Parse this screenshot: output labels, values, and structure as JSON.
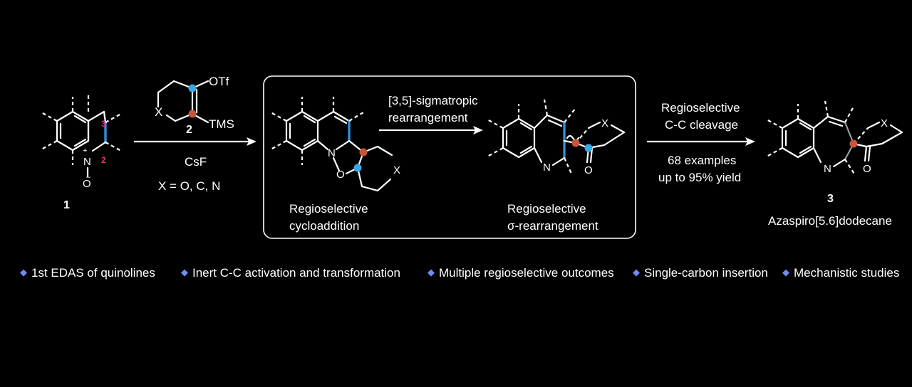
{
  "compound1": {
    "label": "1",
    "atom_n": "N",
    "charge": "+",
    "atom_o": "O",
    "charge_o": "–",
    "pos3": "3",
    "pos2": "2"
  },
  "reagent": {
    "top_group": "OTf",
    "bottom_group": "TMS",
    "ring_atom": "X",
    "label": "2",
    "base": "CsF",
    "x_values": "X = O, C, N"
  },
  "box": {
    "step1_line1": "Regioselective",
    "step1_line2": "cycloaddition",
    "arrow_line1": "[3,5]-sigmatropic",
    "arrow_line2": "rearrangement",
    "step2_line1": "Regioselective",
    "step2_line2": "σ-rearrangement",
    "atom_n": "N",
    "atom_o": "O",
    "atom_x": "X",
    "inter_n": "N",
    "inter_x": "X",
    "inter_o": "O"
  },
  "arrow3": {
    "line1": "Regioselective",
    "line2": "C-C cleavage",
    "line3": "68 examples",
    "line4": "up to 95% yield"
  },
  "product": {
    "label": "3",
    "name": "Azaspiro[5.6]dodecane",
    "atom_n": "N",
    "atom_o": "O",
    "atom_x": "X"
  },
  "highlights": [
    "1st EDAS of quinolines",
    "Inert C-C activation and transformation",
    "Multiple regioselective outcomes",
    "Single-carbon insertion",
    "Mechanistic studies"
  ],
  "colors": {
    "background": "#000000",
    "bond_highlight": "#2f8fdc",
    "dot_orange": "#c8553a",
    "dot_blue": "#3aa8e8",
    "position_number": "#e0327a",
    "bullet": "#6e8df0"
  }
}
